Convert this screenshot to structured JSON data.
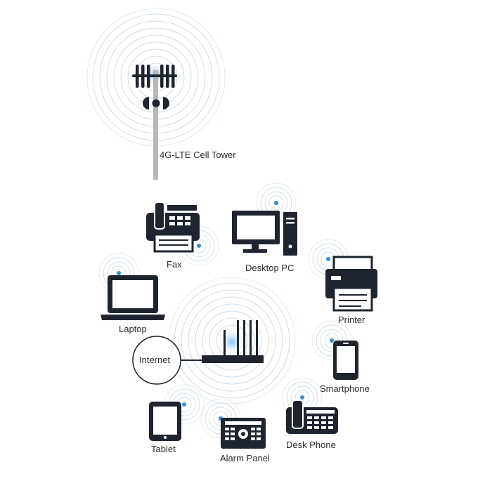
{
  "tower": {
    "label": "4G-LTE Cell Tower"
  },
  "router": {
    "internet_label": "Internet"
  },
  "devices": {
    "fax": "Fax",
    "desktop_pc": "Desktop PC",
    "laptop": "Laptop",
    "printer": "Printer",
    "smartphone": "Smartphone",
    "tablet": "Tablet",
    "alarm_panel": "Alarm Panel",
    "desk_phone": "Desk Phone"
  },
  "colors": {
    "icon": "#1e2530",
    "signal_ring": "#bfd4e3",
    "signal_dot": "#2f8fe0",
    "mast": "#b8b8b8"
  }
}
